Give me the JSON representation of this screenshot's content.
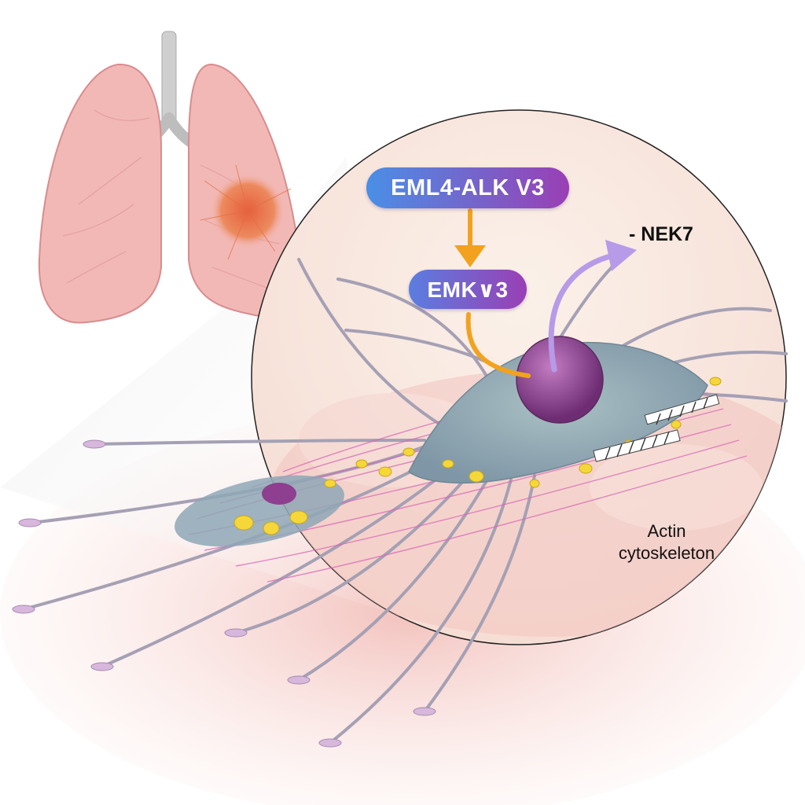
{
  "diagram": {
    "upstream_node": "EML4-ALK V3",
    "intermediate_node": "EMK∨3",
    "target_label": "- NEK7",
    "structure_label": "Actin cytoskeleton"
  },
  "colors": {
    "pill_gradient_start": "#4a8fe6",
    "pill_gradient_end": "#9a3fb4",
    "arrow_orange": "#f2a21e",
    "arrow_purple": "#b79ae8",
    "lung_pink": "#f2b8b5",
    "tumor_orange": "#e9714a",
    "cell_body": "#9ab0b8",
    "nucleus": "#8e3f8f",
    "focal_adhesion": "#f5d73a",
    "tissue_pink": "#f6d3cf"
  }
}
